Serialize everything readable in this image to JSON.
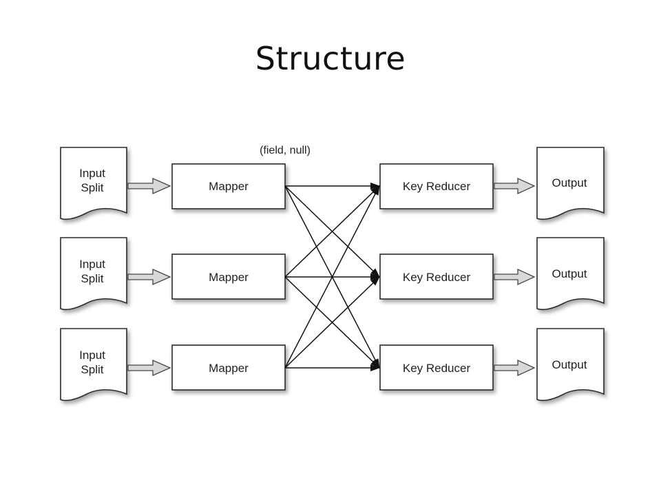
{
  "slide": {
    "title": "Structure"
  },
  "diagram": {
    "edge_label": "(field, null)",
    "inputs": [
      {
        "line1": "Input",
        "line2": "Split"
      },
      {
        "line1": "Input",
        "line2": "Split"
      },
      {
        "line1": "Input",
        "line2": "Split"
      }
    ],
    "mappers": [
      "Mapper",
      "Mapper",
      "Mapper"
    ],
    "reducers": [
      "Key Reducer",
      "Key Reducer",
      "Key Reducer"
    ],
    "outputs": [
      "Output",
      "Output",
      "Output"
    ],
    "colors": {
      "stroke": "#2a2a2a",
      "box_fill": "#ffffff",
      "shadow": "#bdbdbd",
      "hollow_arrow_fill": "#d8d8d8"
    }
  }
}
